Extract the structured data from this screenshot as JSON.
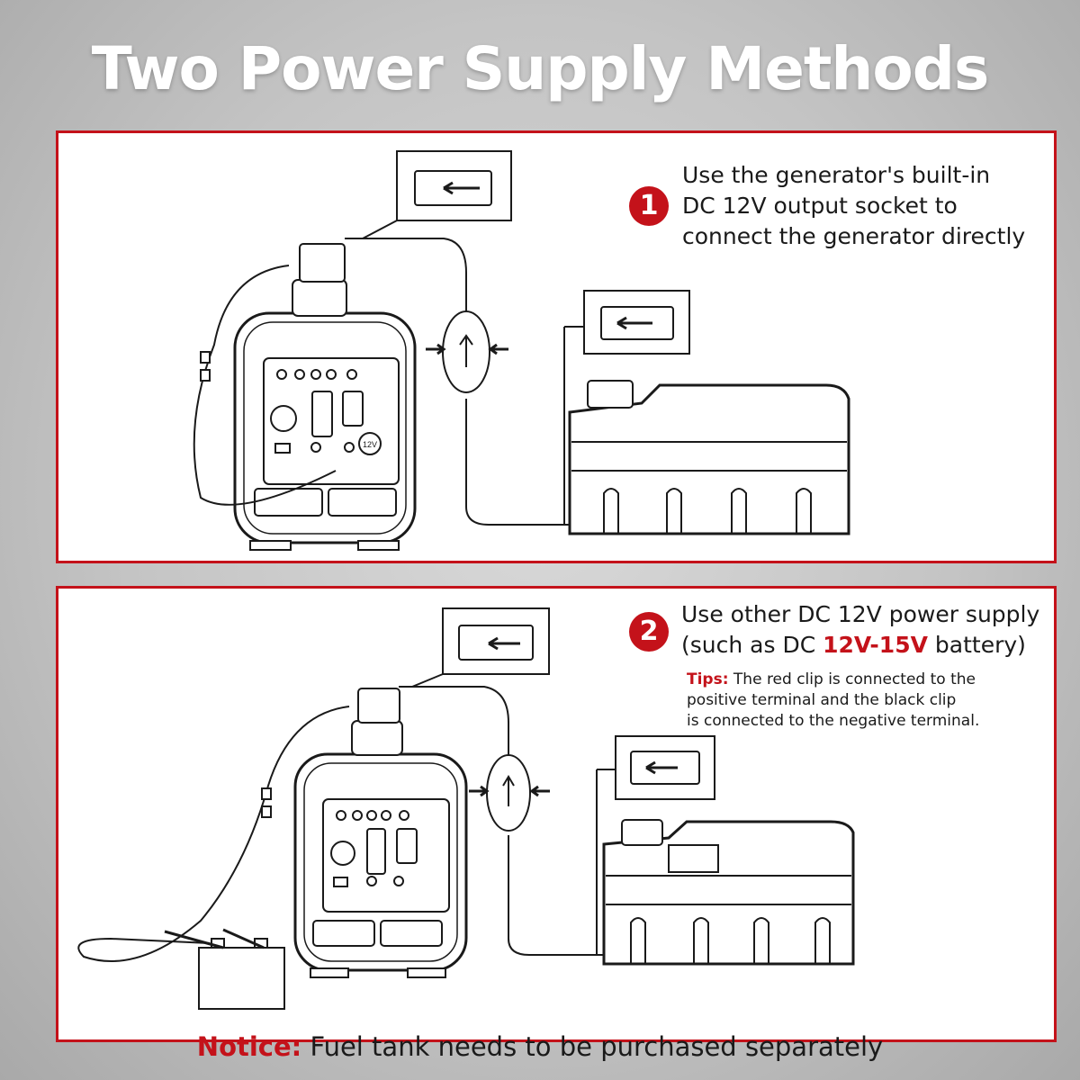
{
  "title": "Two Power Supply Methods",
  "colors": {
    "accent": "#c4121a",
    "panel_border": "#c4121a",
    "title": "#ffffff"
  },
  "method1": {
    "number": "1",
    "lines": [
      "Use the generator's built-in",
      "DC 12V output socket to",
      "connect the generator directly"
    ],
    "socket_label": "12V"
  },
  "method2": {
    "number": "2",
    "line1": "Use other DC 12V power supply",
    "line2_prefix": "(such as DC ",
    "line2_highlight": "12V-15V",
    "line2_suffix": " battery)",
    "tips_label": "Tips:",
    "tips_lines": [
      " The red clip is connected to the",
      "positive terminal and the black clip",
      "is connected to the negative terminal."
    ]
  },
  "notice": {
    "label": "Notice:",
    "text": " Fuel tank needs to be purchased separately"
  },
  "icons": [
    "step-1-badge",
    "step-2-badge",
    "generator-icon",
    "fuel-tank-icon",
    "connector-detail-icon",
    "primer-bulb-icon",
    "battery-icon",
    "arrow-icon"
  ]
}
